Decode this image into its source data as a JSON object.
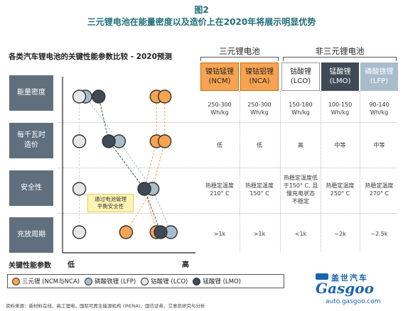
{
  "figure_label": "图2",
  "figure_title": "三元锂电池在能量密度以及造价上在2020年将展示明显优势",
  "left_title": "各类汽车锂电池的关键性能参数比较  -  2020预测",
  "groups": {
    "ternary": "三元锂电池",
    "non_ternary": "非三元锂电池"
  },
  "columns": [
    {
      "name": "镍钴锰锂",
      "abbr": "(NCM)"
    },
    {
      "name": "镍钴铝锂",
      "abbr": "(NCA)"
    },
    {
      "name": "钴酸锂",
      "abbr": "(LCO)"
    },
    {
      "name": "锰酸锂",
      "abbr": "(LMO)"
    },
    {
      "name": "磷酸铁锂",
      "abbr": "(LFP)"
    }
  ],
  "rows": [
    {
      "label": "能量密度",
      "cells": [
        "250-300\nWh/kg",
        "250-300\nWh/kg",
        "150-180\nWh/kg",
        "100-150\nWh/kg",
        "90-140\nWh/kg"
      ]
    },
    {
      "label": "每千瓦时\n造价",
      "cells": [
        "低",
        "低",
        "高",
        "中等",
        "中等"
      ]
    },
    {
      "label": "安全性",
      "cells": [
        "热稳定温度\n210° C",
        "热稳定温度\n150° C",
        "热稳定温度低\n于150° C, 且\n慢充电状态\n不稳定",
        "热稳定温度\n250° C",
        "热稳定温度\n270° C"
      ]
    },
    {
      "label": "充放周期",
      "cells": [
        ">1k",
        ">1k",
        "<1k",
        "~2k",
        "~2.5k"
      ]
    }
  ],
  "axis": {
    "title": "关键性能参数",
    "low": "低",
    "high": "高"
  },
  "callout": {
    "line1": "通过电池管理",
    "line2": "平衡安全性"
  },
  "legend": [
    {
      "name": "三元锂 (NCM与NCA)",
      "color": "#f7a452",
      "stroke": "#333333"
    },
    {
      "name": "磷酸铁锂 (LFP)",
      "color": "#a8bccb",
      "stroke": "#333333"
    },
    {
      "name": "钴酸锂 (LCO)",
      "color": "#e6e6e6",
      "stroke": "#333333"
    },
    {
      "name": "锰酸锂 (LMO)",
      "color": "#3e4b57",
      "stroke": "#333333"
    }
  ],
  "source": "资料来源：新材料在线，高工锂电，国际可再生能源机构 (IRENA)，国信证券，艾意凯研究与分析",
  "logo": {
    "cn": "盖世汽车",
    "en": "Gasgoo",
    "url": "auto.gasgoo.com"
  },
  "chart_data": {
    "type": "scatter",
    "title": "各类汽车锂电池的关键性能参数比较  -  2020预测",
    "xlabel": "关键性能参数",
    "x_scale_labels": [
      "低",
      "高"
    ],
    "xlim": [
      0,
      1
    ],
    "categories": [
      "能量密度",
      "每千瓦时造价",
      "安全性",
      "充放周期"
    ],
    "series": [
      {
        "name": "三元锂 (NCM与NCA)",
        "color": "#f7a452",
        "values": [
          0.82,
          0.82,
          0.7,
          0.82
        ]
      },
      {
        "name": "三元锂 (NCM与NCA)",
        "color": "#f7a452",
        "values": [
          0.9,
          0.9,
          0.78,
          0.52
        ]
      },
      {
        "name": "磷酸铁锂 (LFP)",
        "color": "#a8bccb",
        "values": [
          0.12,
          0.45,
          0.78,
          0.96
        ]
      },
      {
        "name": "钴酸锂 (LCO)",
        "color": "#e6e6e6",
        "values": [
          0.06,
          0.06,
          0.06,
          0.06
        ]
      },
      {
        "name": "锰酸锂 (LMO)",
        "color": "#3e4b57",
        "values": [
          0.25,
          0.35,
          0.7,
          0.86
        ]
      }
    ],
    "annotations": [
      "通过电池管理平衡安全性"
    ]
  }
}
